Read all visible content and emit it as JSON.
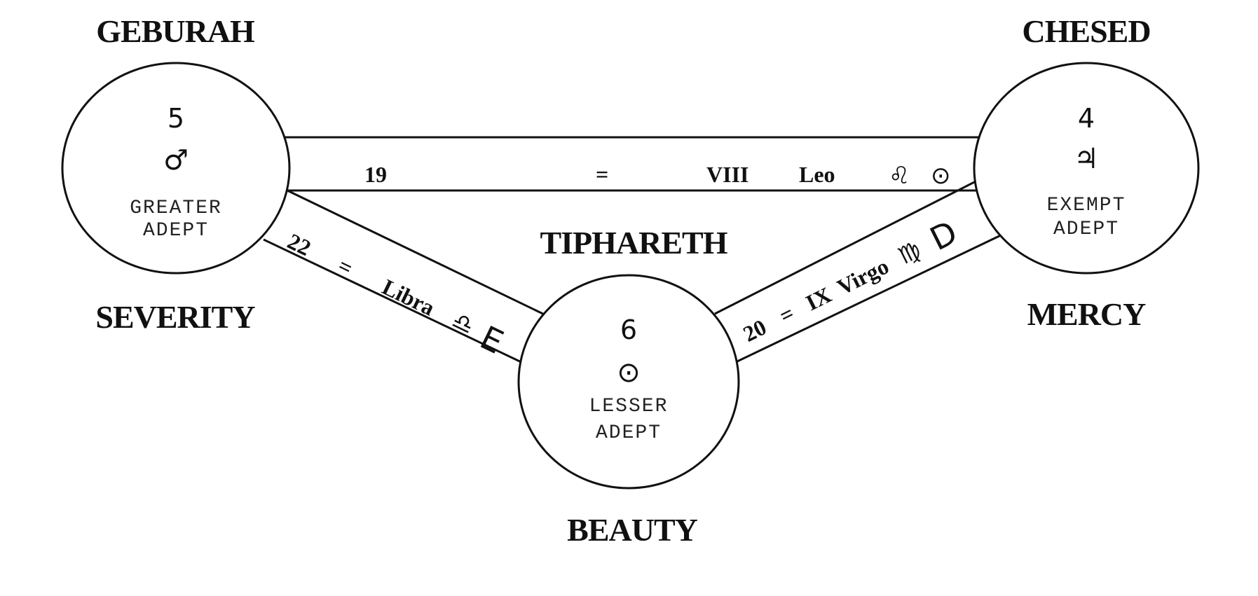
{
  "sephiroth": {
    "geburah": {
      "name": "GEBURAH",
      "quality": "SEVERITY",
      "number": "5",
      "planet": "♂",
      "grade_line1": "GREATER",
      "grade_line2": "ADEPT"
    },
    "chesed": {
      "name": "CHESED",
      "quality": "MERCY",
      "number": "4",
      "planet": "♃",
      "grade_line1": "EXEMPT",
      "grade_line2": "ADEPT"
    },
    "tiphareth": {
      "name": "TIPHARETH",
      "quality": "BEAUTY",
      "number": "6",
      "planet": "⊙",
      "grade_line1": "LESSER",
      "grade_line2": "ADEPT"
    }
  },
  "paths": {
    "leo": {
      "number": "19",
      "eq": "=",
      "trump": "VIII",
      "sign": "Leo",
      "sign_symbol": "♌",
      "sun_symbol": "⊙"
    },
    "libra": {
      "number": "22",
      "eq": "=",
      "sign": "Libra",
      "sign_symbol": "♎",
      "letter": "E"
    },
    "virgo": {
      "number": "20",
      "eq": "=",
      "trump": "IX",
      "sign": "Virgo",
      "sign_symbol": "♍",
      "letter": "D"
    }
  }
}
